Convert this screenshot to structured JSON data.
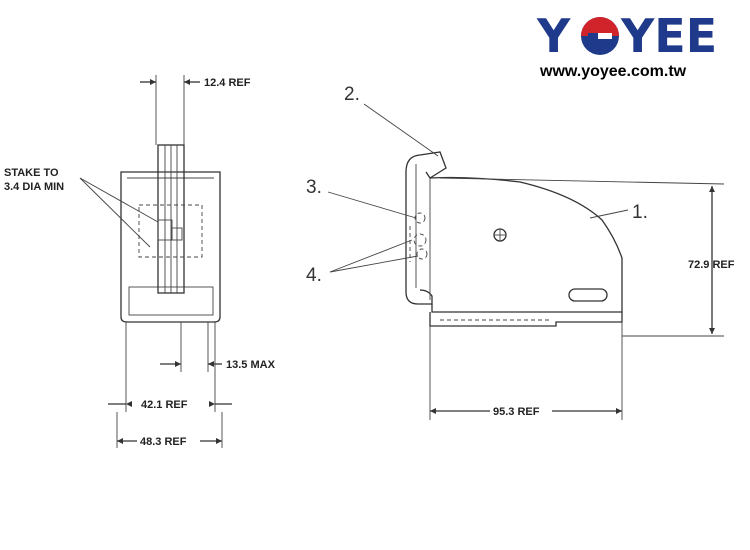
{
  "logo": {
    "brand_left": "Y",
    "brand_right": "YEE",
    "url": "www.yoyee.com.tw",
    "colors": {
      "text": "#1f3a8a",
      "emblem_red": "#d0232a"
    }
  },
  "left_view": {
    "stake_label_1": "STAKE TO",
    "stake_label_2": "3.4 DIA MIN",
    "dim_top": "12.4 REF",
    "dim_max": "13.5 MAX",
    "dim_inner": "42.1 REF",
    "dim_outer": "48.3 REF"
  },
  "right_view": {
    "callout_1": "1.",
    "callout_2": "2.",
    "callout_3": "3.",
    "callout_4": "4.",
    "dim_height": "72.9 REF",
    "dim_width": "95.3 REF"
  }
}
